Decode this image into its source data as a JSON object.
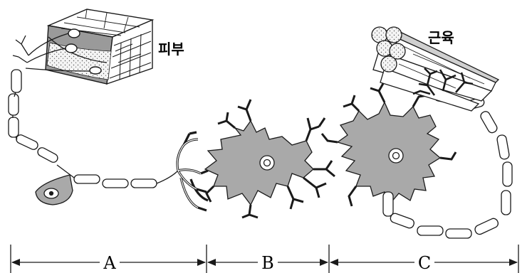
{
  "labels": {
    "skin": "피부",
    "muscle": "근육"
  },
  "segments": [
    {
      "letter": "A"
    },
    {
      "letter": "B"
    },
    {
      "letter": "C"
    }
  ],
  "colors": {
    "tissue": "#a9a9a9",
    "outline": "#1a1a1a",
    "background": "#ffffff"
  }
}
